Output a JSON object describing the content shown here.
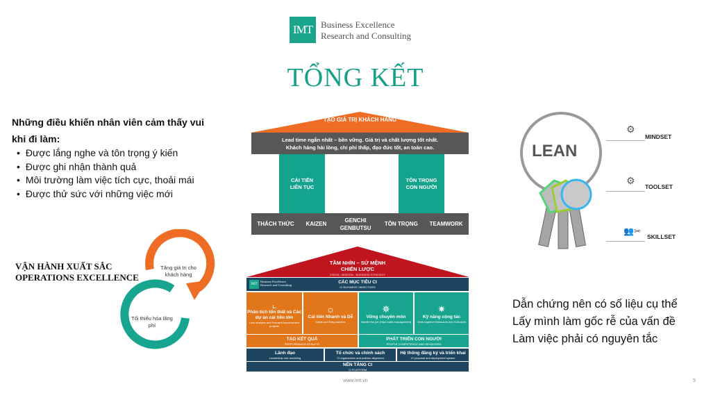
{
  "logo": {
    "mark": "IMT",
    "line1": "Business Excellence",
    "line2": "Research and Consulting"
  },
  "title": "TỔNG KẾT",
  "intro": {
    "heading": "Những điều khiến nhân viên cảm thấy vui khi đi làm:",
    "bullets": [
      "Được lắng nghe và tôn trọng ý kiến",
      "Được ghi nhận thành quả",
      "Môi trường làm việc tích cực, thoải mái",
      "Được thử sức với những việc mới"
    ]
  },
  "lean_house": {
    "roof": "TẠO GIÁ TRỊ KHÁCH HÀNG",
    "goal_line1": "Lead time ngắn nhất – bền vững. Giá trị và chất lượng tốt nhất.",
    "goal_line2": "Khách hàng hài lòng, chi phí thấp, đạo đức tốt, an toàn cao.",
    "pillar_left": [
      "CẢI TIẾN",
      "LIÊN TỤC"
    ],
    "pillar_right": [
      "TÔN TRỌNG",
      "CON NGƯỜI"
    ],
    "base": [
      "THÁCH THỨC",
      "KAIZEN",
      "GENCHI GENBUTSU",
      "TÔN TRỌNG",
      "TEAMWORK"
    ]
  },
  "ci_house": {
    "roof1": "TẦM NHÌN – SỨ MỆNH",
    "roof2": "CHIẾN LƯỢC",
    "roof_sub": "VISION - MISSION - BUSINESS STRATEGY",
    "logo_line1": "Business Excellence",
    "logo_line2": "Research and Consulting",
    "objectives": "CÁC MỤC TIÊU CI",
    "objectives_sub": "CI BUSINESS OBJECTIVES",
    "cards": [
      {
        "title": "Phân tích tổn thất và Các dự án cải tiến lớn",
        "sub": "Loss analysis and Focused improvement projects",
        "icon": "stairs-chart-icon"
      },
      {
        "title": "Cải tiến Nhanh và Dễ",
        "sub": "Quick and Easy kaizens",
        "icon": "mountain-sun-icon"
      },
      {
        "title": "Vững chuyên môn",
        "sub": "Handle the job (Hard skills management)",
        "icon": "ship-wheel-icon"
      },
      {
        "title": "Kỹ năng cộng tác",
        "sub": "Work together Behaviors and Soft-skills",
        "icon": "team-star-icon"
      }
    ],
    "results": "TẠO KẾT QUẢ",
    "results_sub": "PERFORMANCE RESULTS",
    "people": "PHÁT TRIỂN CON NGƯỜI",
    "people_sub": "PEOPLE COMPETENCE AND BEHAVIORS",
    "enablers": [
      {
        "title": "Lãnh đạo",
        "sub": "Leadership role-modeling"
      },
      {
        "title": "Tổ chức và chính sách",
        "sub": "CI organization and policies alignment"
      },
      {
        "title": "Hệ thống đăng ký và triển khai",
        "sub": "CI proposal and deployment system"
      }
    ],
    "platform": "NỀN TẢNG CI",
    "platform_sub": "CI PLATFORM"
  },
  "ops": {
    "line1": "VẬN HÀNH XUẤT SẮC",
    "line2": "OPERATIONS EXCELLENCE",
    "cycle_top": "Tăng giá trị cho khách hàng",
    "cycle_bottom": "Tối thiểu hóa lãng phí"
  },
  "lean_keys": {
    "ring": "LEAN",
    "labels": [
      "MINDSET",
      "TOOLSET",
      "SKILLSET"
    ]
  },
  "conclusions": [
    "Dẫn chứng nên có số liệu cụ thể",
    "Lấy mình làm gốc rễ của vấn đề",
    "Làm việc phải có nguyên tắc"
  ],
  "footer": {
    "url": "www.imt.vn",
    "page": "5"
  },
  "colors": {
    "teal": "#17a58f",
    "orange": "#e2761a",
    "red": "#c0151e",
    "navy": "#1d4560",
    "gray": "#575757"
  }
}
